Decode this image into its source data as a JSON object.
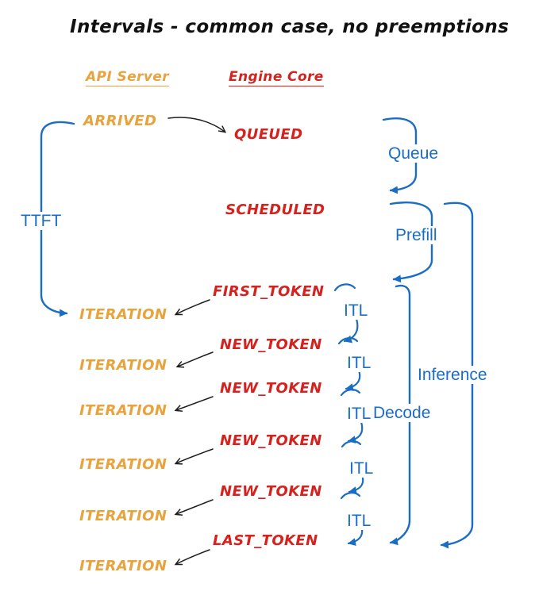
{
  "title": "Intervals - common case, no preemptions",
  "columns": {
    "api_server": "API Server",
    "engine_core": "Engine Core"
  },
  "api_events": {
    "arrived": "ARRIVED",
    "iterations": [
      "ITERATION",
      "ITERATION",
      "ITERATION",
      "ITERATION",
      "ITERATION",
      "ITERATION"
    ]
  },
  "engine_events": {
    "queued": "QUEUED",
    "scheduled": "SCHEDULED",
    "first_token": "FIRST_TOKEN",
    "new_tokens": [
      "NEW_TOKEN",
      "NEW_TOKEN",
      "NEW_TOKEN",
      "NEW_TOKEN"
    ],
    "last_token": "LAST_TOKEN"
  },
  "intervals": {
    "ttft": "TTFT",
    "queue": "Queue",
    "prefill": "Prefill",
    "decode": "Decode",
    "inference": "Inference",
    "itl_labels": [
      "ITL",
      "ITL",
      "ITL",
      "ITL",
      "ITL"
    ]
  },
  "colors": {
    "api_orange": "#e8a33d",
    "engine_red": "#d6221f",
    "interval_blue": "#1a6dc4",
    "ink_black": "#1e1e1e"
  }
}
